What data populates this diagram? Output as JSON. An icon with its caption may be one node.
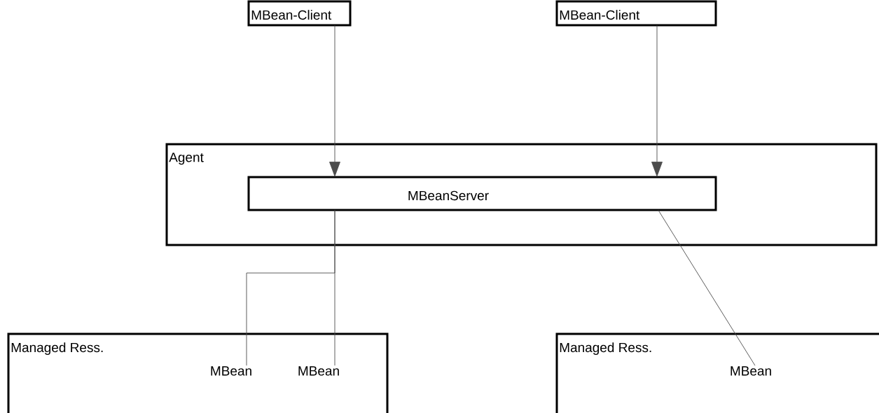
{
  "diagram": {
    "nodes": [
      {
        "text": [
          "MBean-Client"
        ]
      },
      {
        "text": [
          "MBean-Client"
        ]
      },
      {
        "text": [
          "Agent"
        ]
      },
      {
        "text": [
          "MBeanServer"
        ],
        "in": 2
      },
      {
        "text": [
          "Managed Ress."
        ]
      },
      {
        "text": [
          "MBean"
        ],
        "in": 4
      },
      {
        "text": [
          "MBean"
        ],
        "in": 4
      },
      {
        "text": [
          "Managed Ress."
        ]
      },
      {
        "text": [
          "MBean"
        ],
        "in": 7
      }
    ],
    "edges": [
      {
        "from": 0,
        "to": 3,
        "arrow": "to"
      },
      {
        "from": 1,
        "to": 3,
        "arrow": "to"
      },
      {
        "from": 3,
        "to": 5,
        "arrow": "none"
      },
      {
        "from": 3,
        "to": 6,
        "arrow": "none"
      },
      {
        "from": 3,
        "to": 8,
        "arrow": "none"
      }
    ]
  }
}
